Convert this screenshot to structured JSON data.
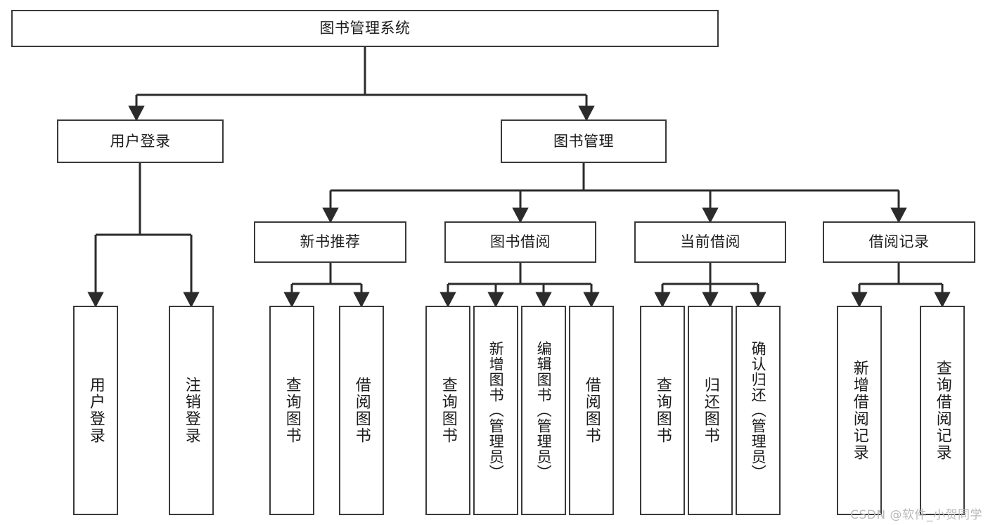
{
  "diagram": {
    "title": "图书管理系统",
    "type": "tree-hierarchy",
    "watermark": "CSDN @软件_小贺同学",
    "colors": {
      "box_stroke": "#3a3a3a",
      "box_fill": "#ffffff",
      "line": "#2b2b2b",
      "text": "#1b1b1b",
      "watermark": "#b9b9b9",
      "background": "#ffffff"
    },
    "levels": {
      "level1": [
        {
          "id": "root",
          "label": "图书管理系统"
        }
      ],
      "level2": [
        {
          "id": "user-login",
          "label": "用户登录"
        },
        {
          "id": "book-manage",
          "label": "图书管理"
        }
      ],
      "level3": [
        {
          "id": "new-book-rec",
          "label": "新书推荐"
        },
        {
          "id": "book-borrow",
          "label": "图书借阅"
        },
        {
          "id": "current-borrow",
          "label": "当前借阅"
        },
        {
          "id": "borrow-record",
          "label": "借阅记录"
        }
      ],
      "level4": [
        {
          "id": "leaf-user-login",
          "label": "用户登录",
          "parent": "user-login"
        },
        {
          "id": "leaf-user-logout",
          "label": "注销登录",
          "parent": "user-login"
        },
        {
          "id": "leaf-query-book-1",
          "label": "查询图书",
          "parent": "new-book-rec"
        },
        {
          "id": "leaf-borrow-book-1",
          "label": "借阅图书",
          "parent": "new-book-rec"
        },
        {
          "id": "leaf-query-book-2",
          "label": "查询图书",
          "parent": "book-borrow"
        },
        {
          "id": "leaf-add-book",
          "label": "新增图书（管理员）",
          "parent": "book-borrow"
        },
        {
          "id": "leaf-edit-book",
          "label": "编辑图书（管理员）",
          "parent": "book-borrow"
        },
        {
          "id": "leaf-borrow-book-2",
          "label": "借阅图书",
          "parent": "book-borrow"
        },
        {
          "id": "leaf-query-book-3",
          "label": "查询图书",
          "parent": "current-borrow"
        },
        {
          "id": "leaf-return-book",
          "label": "归还图书",
          "parent": "current-borrow"
        },
        {
          "id": "leaf-confirm-return",
          "label": "确认归还（管理员）",
          "parent": "current-borrow"
        },
        {
          "id": "leaf-add-record",
          "label": "新增借阅记录",
          "parent": "borrow-record"
        },
        {
          "id": "leaf-query-record",
          "label": "查询借阅记录",
          "parent": "borrow-record"
        }
      ]
    }
  }
}
